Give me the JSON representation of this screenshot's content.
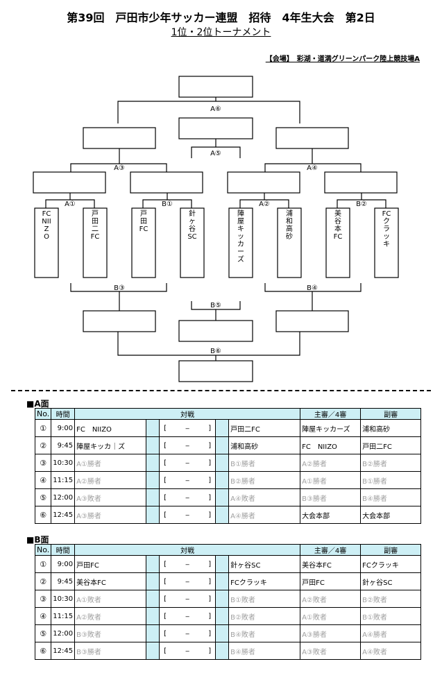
{
  "header": {
    "title": "第39回　戸田市少年サッカー連盟　招待　4年生大会　第2日",
    "subtitle": "1位・2位トーナメント",
    "venue": "【会場】　彩湖・道満グリーンパーク陸上競技場A"
  },
  "bracket": {
    "teams": [
      "FC　NIIZO",
      "戸田二FC",
      "戸田FC",
      "針ヶ谷SC",
      "陣屋キッカーズ",
      "浦和高砂",
      "美谷本FC",
      "FCクラッキ"
    ],
    "labels": {
      "a1": "A①",
      "b1": "B①",
      "a2": "A②",
      "b2": "B②",
      "a3": "A③",
      "a4": "A④",
      "a5": "A⑤",
      "a6": "A⑥",
      "b3": "B③",
      "b4": "B④",
      "b5": "B⑤",
      "b6": "B⑥"
    }
  },
  "schedule": {
    "headers": {
      "no": "No.",
      "time": "時間",
      "match": "対戦",
      "referee": "主審／4審",
      "assistant": "副審"
    },
    "score_template": {
      "open": "[",
      "mid": "_",
      "close": "]"
    },
    "sections": [
      {
        "title": "■A面",
        "rows": [
          {
            "no": "①",
            "time": "9:00",
            "team1": "FC　NIIZO",
            "team2": "戸田二FC",
            "ref": "陣屋キッカーズ",
            "asst": "浦和高砂",
            "g1": false,
            "g2": false,
            "gr": false,
            "ga": false
          },
          {
            "no": "②",
            "time": "9:45",
            "team1": "陣屋キッカ｜ズ",
            "team2": "浦和高砂",
            "ref": "FC　NIIZO",
            "asst": "戸田二FC",
            "g1": false,
            "g2": false,
            "gr": false,
            "ga": false
          },
          {
            "no": "③",
            "time": "10:30",
            "team1": "A①勝者",
            "team2": "B①勝者",
            "ref": "A②勝者",
            "asst": "B②勝者",
            "g1": true,
            "g2": true,
            "gr": true,
            "ga": true
          },
          {
            "no": "④",
            "time": "11:15",
            "team1": "A②勝者",
            "team2": "B②勝者",
            "ref": "A①勝者",
            "asst": "B①勝者",
            "g1": true,
            "g2": true,
            "gr": true,
            "ga": true
          },
          {
            "no": "⑤",
            "time": "12:00",
            "team1": "A③敗者",
            "team2": "A④敗者",
            "ref": "B③勝者",
            "asst": "B④勝者",
            "g1": true,
            "g2": true,
            "gr": true,
            "ga": true
          },
          {
            "no": "⑥",
            "time": "12:45",
            "team1": "A③勝者",
            "team2": "A④勝者",
            "ref": "大会本部",
            "asst": "大会本部",
            "g1": true,
            "g2": true,
            "gr": false,
            "ga": false
          }
        ]
      },
      {
        "title": "■B面",
        "rows": [
          {
            "no": "①",
            "time": "9:00",
            "team1": "戸田FC",
            "team2": "針ヶ谷SC",
            "ref": "美谷本FC",
            "asst": "FCクラッキ",
            "g1": false,
            "g2": false,
            "gr": false,
            "ga": false
          },
          {
            "no": "②",
            "time": "9:45",
            "team1": "美谷本FC",
            "team2": "FCクラッキ",
            "ref": "戸田FC",
            "asst": "針ヶ谷SC",
            "g1": false,
            "g2": false,
            "gr": false,
            "ga": false
          },
          {
            "no": "③",
            "time": "10:30",
            "team1": "A①敗者",
            "team2": "B①敗者",
            "ref": "A②敗者",
            "asst": "B②敗者",
            "g1": true,
            "g2": true,
            "gr": true,
            "ga": true
          },
          {
            "no": "④",
            "time": "11:15",
            "team1": "A②敗者",
            "team2": "B②敗者",
            "ref": "A①敗者",
            "asst": "B①敗者",
            "g1": true,
            "g2": true,
            "gr": true,
            "ga": true
          },
          {
            "no": "⑤",
            "time": "12:00",
            "team1": "B③敗者",
            "team2": "B④敗者",
            "ref": "A③勝者",
            "asst": "A④勝者",
            "g1": true,
            "g2": true,
            "gr": true,
            "ga": true
          },
          {
            "no": "⑥",
            "time": "12:45",
            "team1": "B③勝者",
            "team2": "B④勝者",
            "ref": "A③敗者",
            "asst": "A④敗者",
            "g1": true,
            "g2": true,
            "gr": true,
            "ga": true
          }
        ]
      }
    ]
  }
}
